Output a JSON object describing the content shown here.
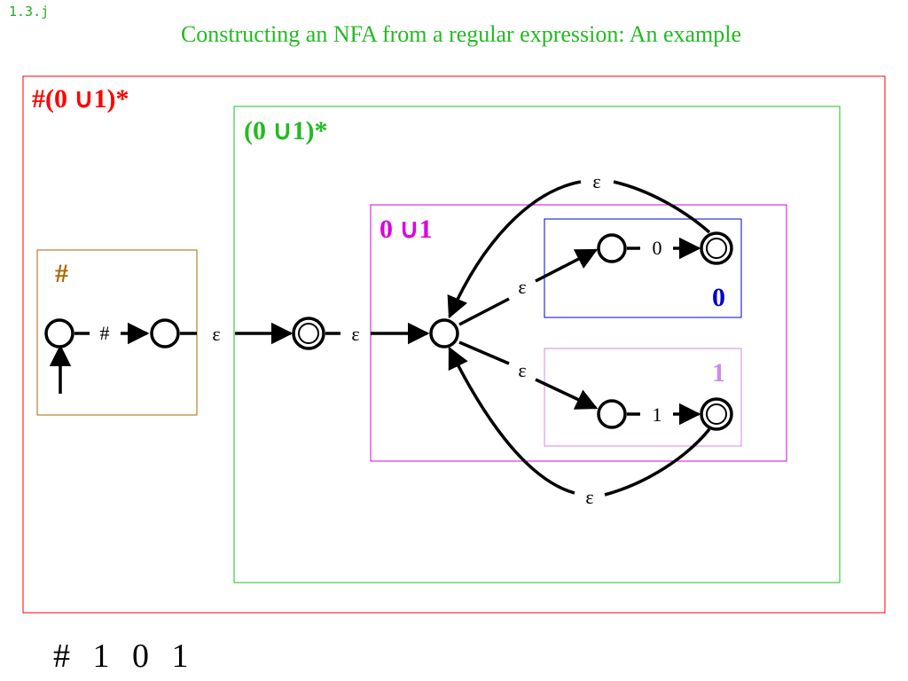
{
  "slide": {
    "number": "1.3.j",
    "title": "Constructing an NFA from a regular expression: An example"
  },
  "boxes": {
    "outer": {
      "label": "#(0 ∪1)*",
      "color": "#ff0000"
    },
    "star": {
      "label": "(0 ∪1)*",
      "color": "#22bb22"
    },
    "hash": {
      "label": "#",
      "color": "#aa6600"
    },
    "union": {
      "label": "0 ∪1",
      "color": "#dd00dd"
    },
    "zero": {
      "label": "0",
      "color": "#0000cc"
    },
    "one": {
      "label": "1",
      "color": "#cc88ee"
    }
  },
  "edge_labels": {
    "hash_edge": "#",
    "eps_to_star_start": "ε",
    "eps_to_union_start": "ε",
    "eps_to_zero": "ε",
    "eps_to_one": "ε",
    "zero_edge": "0",
    "one_edge": "1",
    "eps_loop_top": "ε",
    "eps_loop_bottom": "ε"
  },
  "input_string": "# 1 0 1"
}
